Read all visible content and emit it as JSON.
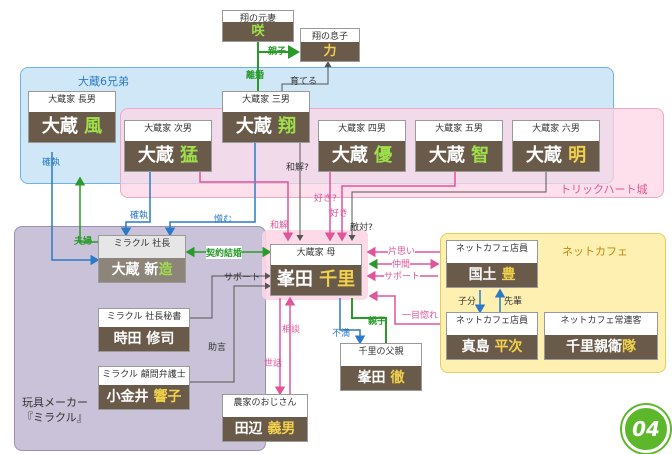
{
  "regions": {
    "okura": "大蔵6兄弟",
    "trick": "トリックハート城",
    "toy": "玩具メーカー『ミラクル』",
    "cafe": "ネットカフェ"
  },
  "cards": {
    "saki": {
      "role": "翔の元妻",
      "n1": "咲",
      "n2": ""
    },
    "chikara": {
      "role": "翔の息子",
      "n1": "力",
      "n2": ""
    },
    "fu": {
      "role": "大蔵家 長男",
      "n1": "大蔵",
      "n2": "風"
    },
    "sho": {
      "role": "大蔵家 三男",
      "n1": "大蔵",
      "n2": "翔"
    },
    "mou": {
      "role": "大蔵家 次男",
      "n1": "大蔵",
      "n2": "猛"
    },
    "yu": {
      "role": "大蔵家 四男",
      "n1": "大蔵",
      "n2": "優"
    },
    "satoshi": {
      "role": "大蔵家 五男",
      "n1": "大蔵",
      "n2": "智"
    },
    "akira": {
      "role": "大蔵家 六男",
      "n1": "大蔵",
      "n2": "明"
    },
    "shinzo": {
      "role": "ミラクル 社長",
      "n1": "大蔵 新",
      "n2": "造"
    },
    "chisato": {
      "role": "大蔵家 母",
      "n1": "峯田",
      "n2": "千里"
    },
    "shuji": {
      "role": "ミラクル 社長秘書",
      "n1": "時田 修司",
      "n2": ""
    },
    "kyoko": {
      "role": "ミラクル 顧問弁護士",
      "n1": "小金井",
      "n2": "響子"
    },
    "yoshio": {
      "role": "農家のおじさん",
      "n1": "田辺",
      "n2": "義男"
    },
    "isao": {
      "role": "千里の父親",
      "n1": "峯田",
      "n2": "徹"
    },
    "yutaka": {
      "role": "ネットカフェ店員",
      "n1": "国土",
      "n2": "豊"
    },
    "heiji": {
      "role": "ネットカフェ店員",
      "n1": "真島",
      "n2": "平次"
    },
    "koudai": {
      "role": "ネットカフェ常連客",
      "n1": "千里親衛",
      "n2": "隊"
    }
  },
  "labels": {
    "oyako1": "親子",
    "rikon": "離婚",
    "sodateru": "育てる",
    "fuwa": "確執",
    "fuwa2": "確執",
    "nikumu": "憎む",
    "wakai1": "和解?",
    "wakai2": "和解",
    "suki1": "好き?",
    "suki2": "好き",
    "tekitai": "敵対?",
    "fusai": "夫婦",
    "keiyaku": "契約結婚",
    "support1": "サポート",
    "jogen": "助言",
    "sodan": "相談",
    "sewa": "世話",
    "fuman": "不満",
    "oyako2": "親子",
    "kataomoi": "片思い",
    "nakama": "仲間",
    "support2": "サポート",
    "hitomebore": "一目惚れ",
    "kobun": "子分",
    "senpai": "先輩"
  },
  "badge": "04",
  "colors": {
    "blue_region": "#cfe7f7",
    "pink_region": "#fde4ec",
    "purple_region": "#c9c2d8",
    "yellow_region": "#fdf0b0",
    "card_name_bg": "#6a5a4a",
    "green": "#2a9a2a",
    "pink": "#e0559a",
    "blue": "#2a7ac8",
    "gray": "#666666"
  }
}
